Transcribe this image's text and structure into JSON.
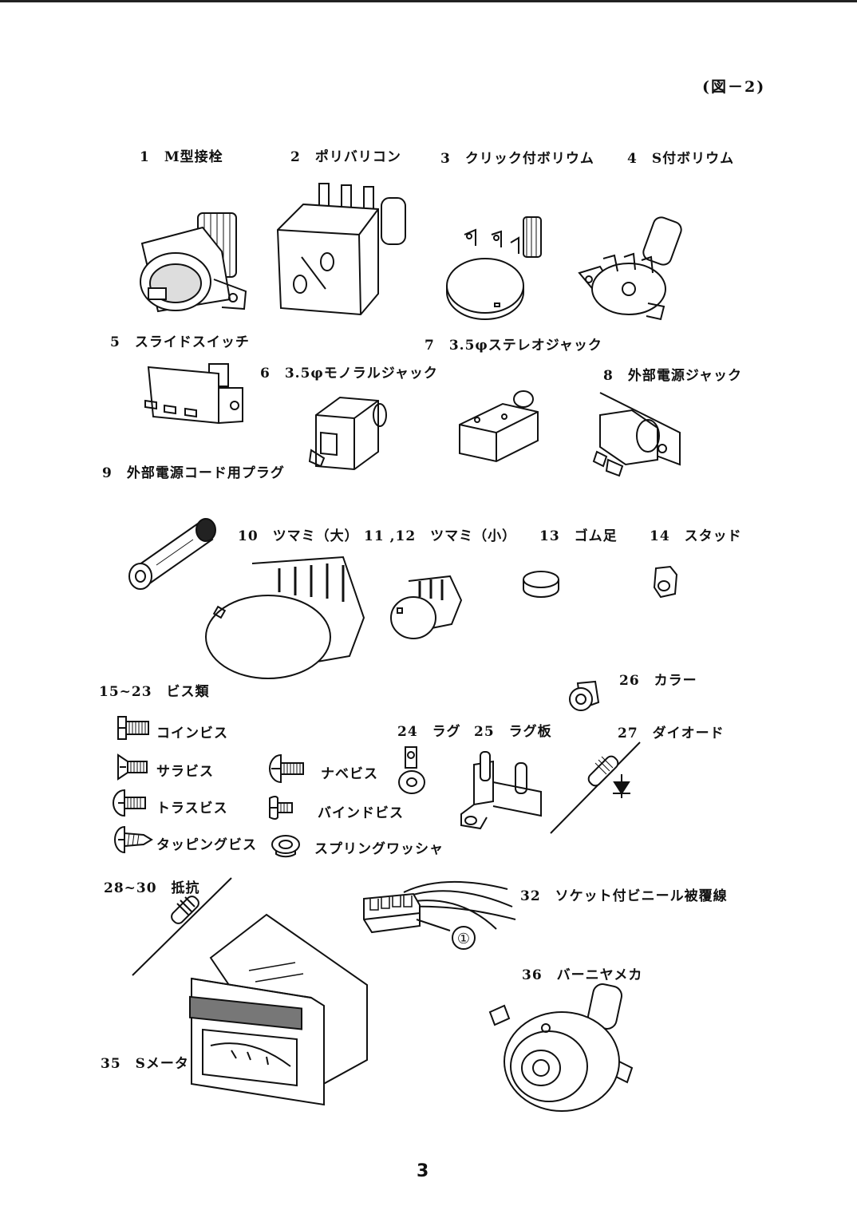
{
  "figure_label": "(図－2)",
  "page_number": "3",
  "labels": {
    "p1": "1　M型接栓",
    "p2": "2　ポリバリコン",
    "p3": "3　クリック付ボリウム",
    "p4": "4　S付ボリウム",
    "p5": "5　スライドスイッチ",
    "p6": "6　3.5φモノラルジャック",
    "p7": "7　3.5φステレオジャック",
    "p8": "8　外部電源ジャック",
    "p9": "9　外部電源コード用プラグ",
    "p10": "10　ツマミ（大）",
    "p11": "11 ,12　ツマミ（小）",
    "p13": "13　ゴム足",
    "p14": "14　スタッド",
    "p15": "15~23　ビス類",
    "p24": "24　ラグ",
    "p25": "25　ラグ板",
    "p26": "26　カラー",
    "p27": "27　ダイオード",
    "p28": "28~30　抵抗",
    "p32": "32　ソケット付ビニール被覆線",
    "p35": "35　Sメータ",
    "p36": "36　バーニヤメカ"
  },
  "screws": {
    "coin": "コインビス",
    "sara": "サラビス",
    "truss": "トラスビス",
    "tapping": "タッピングビス",
    "nabe": "ナベビス",
    "bind": "バインドビス",
    "washer": "スプリングワッシャ"
  },
  "callout": "①"
}
